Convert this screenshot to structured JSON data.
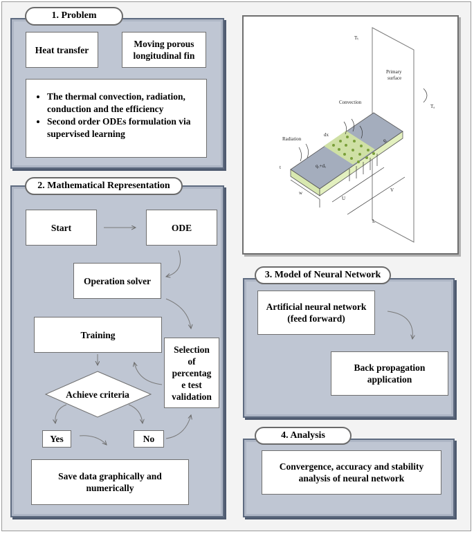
{
  "problem": {
    "title": "1. Problem",
    "box1": "Heat transfer",
    "box2_line1": "Moving porous",
    "box2_line2": "longitudinal fin",
    "bullet1_line1": "The thermal convection, radiation,",
    "bullet1_line2": "conduction and the efficiency",
    "bullet2_line1": "Second order ODEs formulation via",
    "bullet2_line2": "supervised learning"
  },
  "math": {
    "title": "2. Mathematical Representation",
    "start": "Start",
    "ode": "ODE",
    "solver": "Operation solver",
    "training": "Training",
    "criteria": "Achieve criteria",
    "selection_lines": [
      "Selection",
      "of",
      "percentag",
      "e test",
      "validation"
    ],
    "yes": "Yes",
    "no": "No",
    "save_line1": "Save data graphically and",
    "save_line2": "numerically"
  },
  "neural": {
    "title": "3. Model of Neural Network",
    "ann_line1": "Artificial neural network",
    "ann_line2": "(feed forward)",
    "bp_line1": "Back propagation",
    "bp_line2": "application"
  },
  "analysis": {
    "title": "4. Analysis",
    "text_line1": "Convergence, accuracy and stability",
    "text_line2": "analysis of neural network"
  },
  "figure": {
    "primary_line1": "Primary",
    "primary_line2": "surface",
    "t_top": "Tₜ",
    "t_side": "Tₐ",
    "convection": "Convection",
    "radiation": "Radiation",
    "dx": "dx",
    "qx": "qₓ",
    "qxdx": "qₓ+dₓ",
    "t": "t",
    "w": "w",
    "u": "U",
    "v": "V",
    "l": "L"
  }
}
